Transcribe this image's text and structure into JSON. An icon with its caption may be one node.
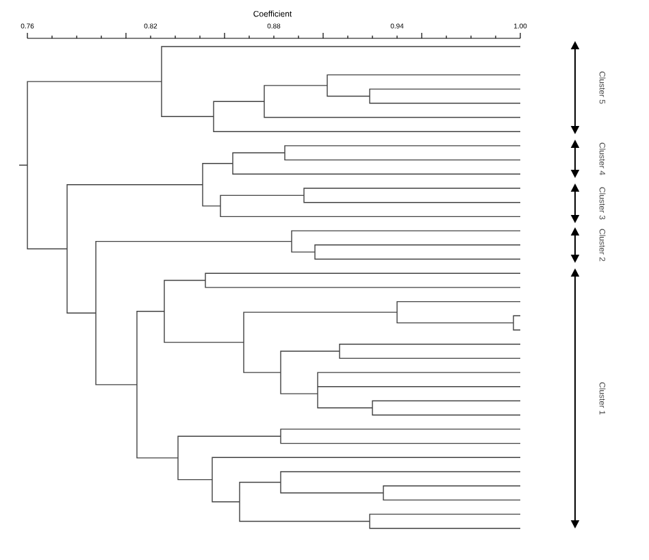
{
  "diagram": {
    "labels": [
      "Coefficient",
      "0.76",
      "0.82",
      "0.88",
      "0.94",
      "1.00",
      "Cluster 5",
      "Cluster 4",
      "Cluster 3",
      "Cluster 2",
      "Cluster 1"
    ]
  }
}
